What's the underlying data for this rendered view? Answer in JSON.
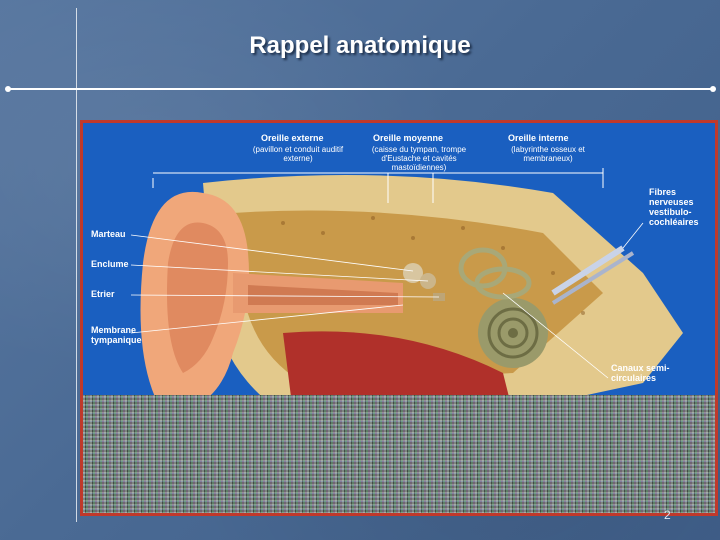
{
  "slide": {
    "title": "Rappel anatomique",
    "page_number": "2"
  },
  "figure": {
    "sections": {
      "external": {
        "title": "Oreille externe",
        "detail": "(pavillon et conduit auditif externe)"
      },
      "middle": {
        "title": "Oreille moyenne",
        "detail": "(caisse du tympan, trompe d'Eustache et cavités mastoïdiennes)"
      },
      "inner": {
        "title": "Oreille interne",
        "detail": "(labyrinthe osseux et membraneux)"
      }
    },
    "labels": {
      "marteau": "Marteau",
      "enclume": "Enclume",
      "etrier": "Etrier",
      "membrane": "Membrane tympanique",
      "fibres": "Fibres nerveuses vestibulo-cochléaires",
      "canaux": "Canaux semi-circulaires"
    },
    "colors": {
      "frame": "#c0392b",
      "background": "#1a5fc0"
    }
  }
}
